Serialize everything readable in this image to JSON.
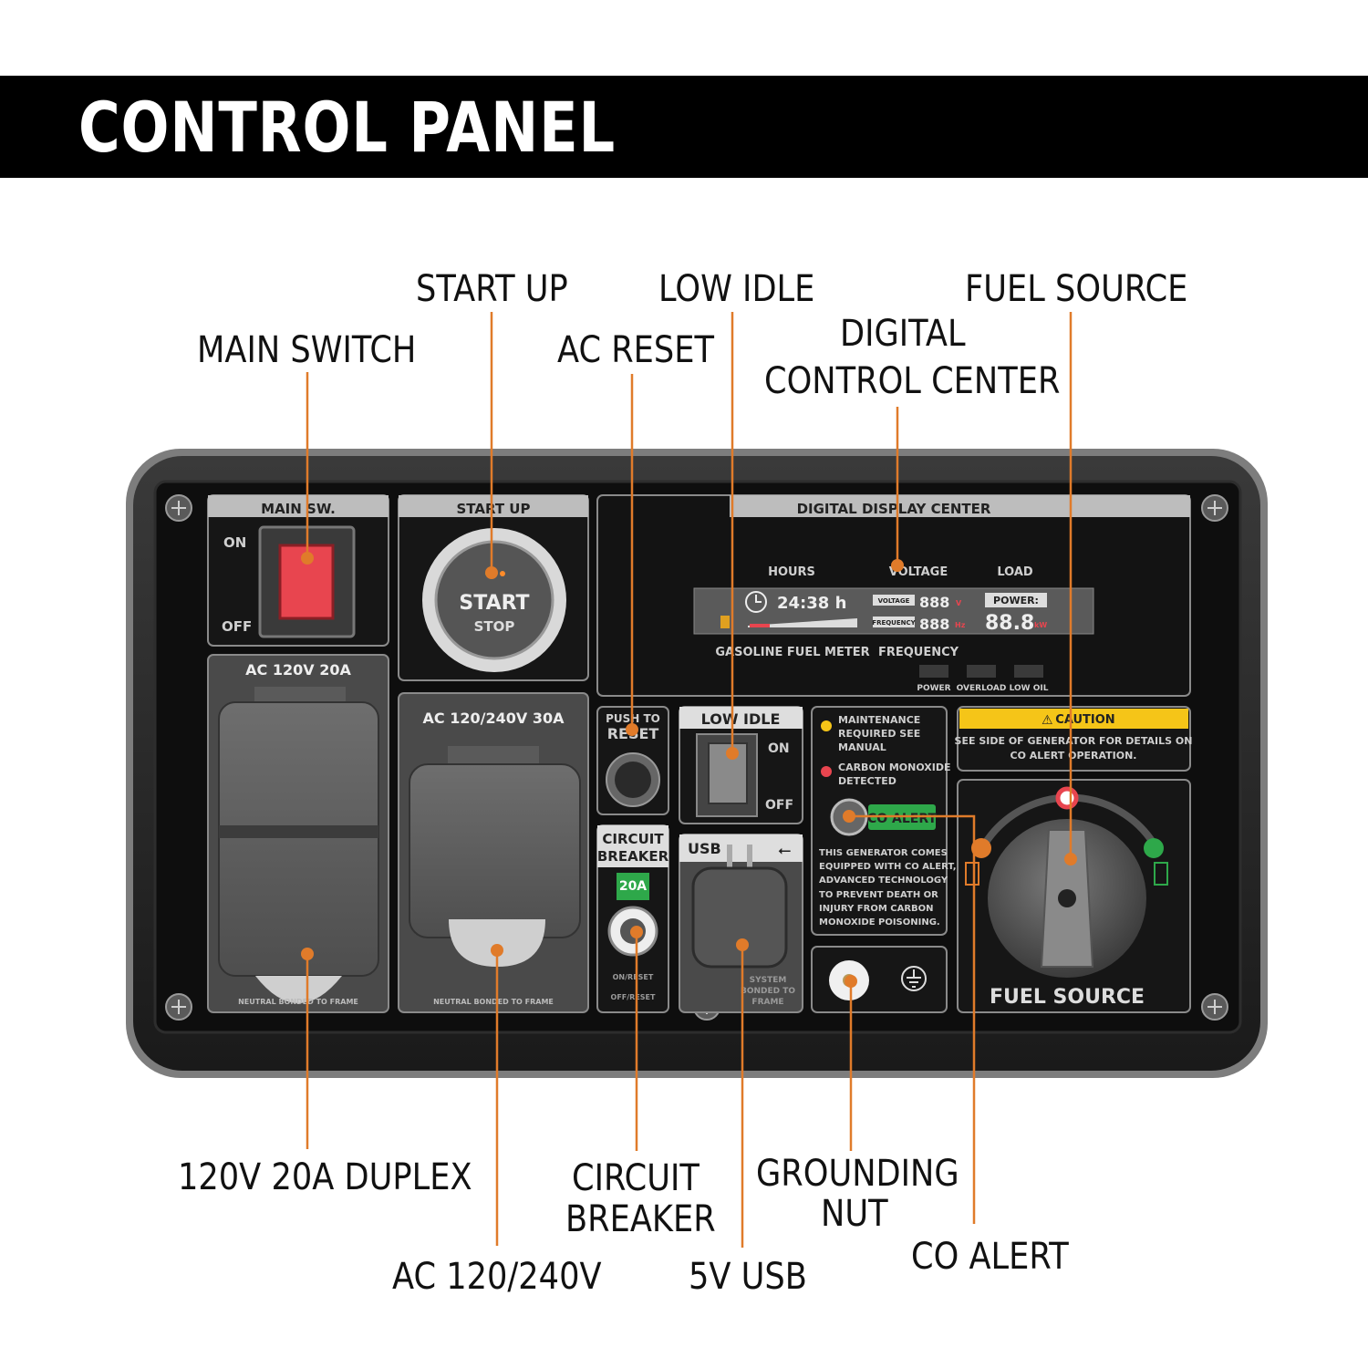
{
  "header": {
    "title": "CONTROL PANEL"
  },
  "callouts": {
    "main_switch": "MAIN SWITCH",
    "start_up": "START UP",
    "ac_reset": "AC RESET",
    "low_idle": "LOW IDLE",
    "digital_line1": "DIGITAL",
    "digital_line2": "CONTROL CENTER",
    "fuel_source": "FUEL SOURCE",
    "duplex": "120V 20A DUPLEX",
    "ac_120_240": "AC 120/240V",
    "circuit_line1": "CIRCUIT",
    "circuit_line2": "BREAKER",
    "usb_5v": "5V USB",
    "grounding_line1": "GROUNDING",
    "grounding_line2": "NUT",
    "co_alert": "CO ALERT"
  },
  "panel": {
    "main_sw": {
      "title": "MAIN SW.",
      "on": "ON",
      "off": "OFF"
    },
    "start_up": {
      "title": "START UP",
      "start": "START",
      "stop": "STOP"
    },
    "display": {
      "title": "DIGITAL DISPLAY CENTER",
      "hours": "HOURS",
      "voltage": "VOLTAGE",
      "load": "LOAD",
      "hours_value": "24:38 h",
      "voltage_tag": "VOLTAGE",
      "frequency_tag": "FREQUENCY",
      "seg": "888",
      "power_tag": "POWER:",
      "power_value": "88.8",
      "unit_v": "V",
      "unit_hz": "Hz",
      "unit_kw": "kW",
      "fuel_meter": "GASOLINE FUEL METER",
      "frequency": "FREQUENCY",
      "ind_power": "POWER",
      "ind_overload": "OVERLOAD",
      "ind_low_oil": "LOW OIL"
    },
    "outlet_20a": {
      "title": "AC 120V 20A",
      "note": "NEUTRAL BONDED TO FRAME"
    },
    "outlet_30a": {
      "title": "AC 120/240V 30A",
      "note": "NEUTRAL BONDED TO FRAME"
    },
    "reset": {
      "line1": "PUSH TO",
      "line2": "RESET"
    },
    "low_idle": {
      "title": "LOW IDLE",
      "on": "ON",
      "off": "OFF"
    },
    "breaker": {
      "line1": "CIRCUIT",
      "line2": "BREAKER",
      "rating": "20A",
      "on": "ON/RESET",
      "off": "OFF/RESET"
    },
    "usb": {
      "title": "USB",
      "note1": "SYSTEM",
      "note2": "BONDED TO",
      "note3": "FRAME"
    },
    "co": {
      "maint1": "MAINTENANCE",
      "maint2": "REQUIRED SEE",
      "maint3": "MANUAL",
      "co1": "CARBON MONOXIDE",
      "co2": "DETECTED",
      "badge": "CO ALERT",
      "body": [
        "THIS GENERATOR COMES",
        "EQUIPPED WITH CO ALERT,",
        "ADVANCED TECHNOLOGY",
        "TO PREVENT DEATH OR",
        "INJURY FROM CARBON",
        "MONOXIDE POISONING."
      ]
    },
    "caution": {
      "title": "CAUTION",
      "line1": "SEE SIDE OF GENERATOR FOR DETAILS ON",
      "line2": "CO ALERT OPERATION."
    },
    "fuel": {
      "label": "FUEL SOURCE"
    }
  },
  "colors": {
    "leader": "#e07b2a",
    "rocker": "#e8454f",
    "caution_yellow": "#f5c518",
    "co_green": "#2ea84a",
    "panel_bg": "#111111"
  }
}
